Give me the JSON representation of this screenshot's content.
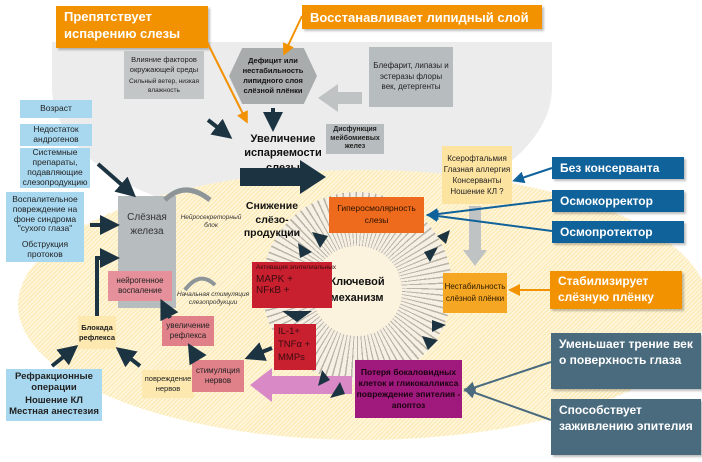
{
  "callouts_top": {
    "prevents_evaporation": "Препятствует испарению слезы",
    "restores_lipid": "Восстанавливает липидный слой"
  },
  "grey_zone": {
    "environment_title": "Влияние факторов окружающей среды",
    "environment_detail": "Сильный ветер, низкая влажность",
    "lipid_deficit": "Дефицит или нестабильность липидного слоя слёзной плёнки",
    "blepharitis": "Блефарит, липазы и эстеразы флоры век, детергенты",
    "meibomian": "Дисфункция мейбомиевых желез",
    "evaporation_increase": "Увеличение испаряемости слезы"
  },
  "risk_factors": {
    "age": "Возраст",
    "androgen": "Недостаток андрогенов",
    "systemic_drugs": "Системные препараты, подавляющие слезопродукцию",
    "inflammatory_damage": "Воспалительное повреждение на фоне синдрома \"сухого глаза\"",
    "duct_obstruction": "Обструкция протоков",
    "surgery": "Рефракционные операции",
    "contact_lenses": "Ношение КЛ",
    "anesthesia": "Местная анестезия"
  },
  "mechanism": {
    "lacrimal_gland": "Слёзная железа",
    "neurosecretory_block": "Нейросекреторный блок",
    "reduced_production": "Снижение слёзо- продукции",
    "neurogenic_inflammation": "нейрогенное воспаление",
    "initial_stimulation": "Начальная стимуляция слезопродукции",
    "reflex_block": "Блокада рефлекса",
    "reflex_increase": "увеличение рефлекса",
    "nerve_damage": "повреждение нервов",
    "nerve_stimulation": "стимуляция нервов",
    "epithelial_activation": "Активация эпителиальных",
    "mapk": "MAPK +",
    "nfkb": "NFκB +",
    "il1": "IL-1+",
    "tnf": "TNFα +",
    "mmps": "MMPs",
    "hyperosmolarity": "Гиперосмолярность слезы",
    "instability": "Нестабильность слёзной плёнки",
    "key_mechanism": "Ключевой механизм",
    "goblet_loss": "Потеря бокаловидных клеток и гликокалликса повреждение эпителия - апоптоз",
    "causes": [
      "Ксерофтальмия",
      "Глазная аллергия",
      "Консерванты",
      "Ношение КЛ ?"
    ]
  },
  "callouts_right": {
    "no_preservative": "Без консерванта",
    "osmocorrector": "Осмокорректор",
    "osmoprotector": "Осмопротектор",
    "stabilizes": "Стабилизирует слёзную плёнку",
    "reduces_friction": "Уменьшает трение век о поверхность глаза",
    "promotes_healing": "Способствует заживлению эпителия"
  },
  "colors": {
    "orange_callout": "#f39200",
    "blue_callout": "#10629b",
    "slate_callout": "#4a6b7e",
    "arrow_dark": "#1c3442",
    "red_box": "#c8202f",
    "magenta_box": "#a01a7d"
  }
}
